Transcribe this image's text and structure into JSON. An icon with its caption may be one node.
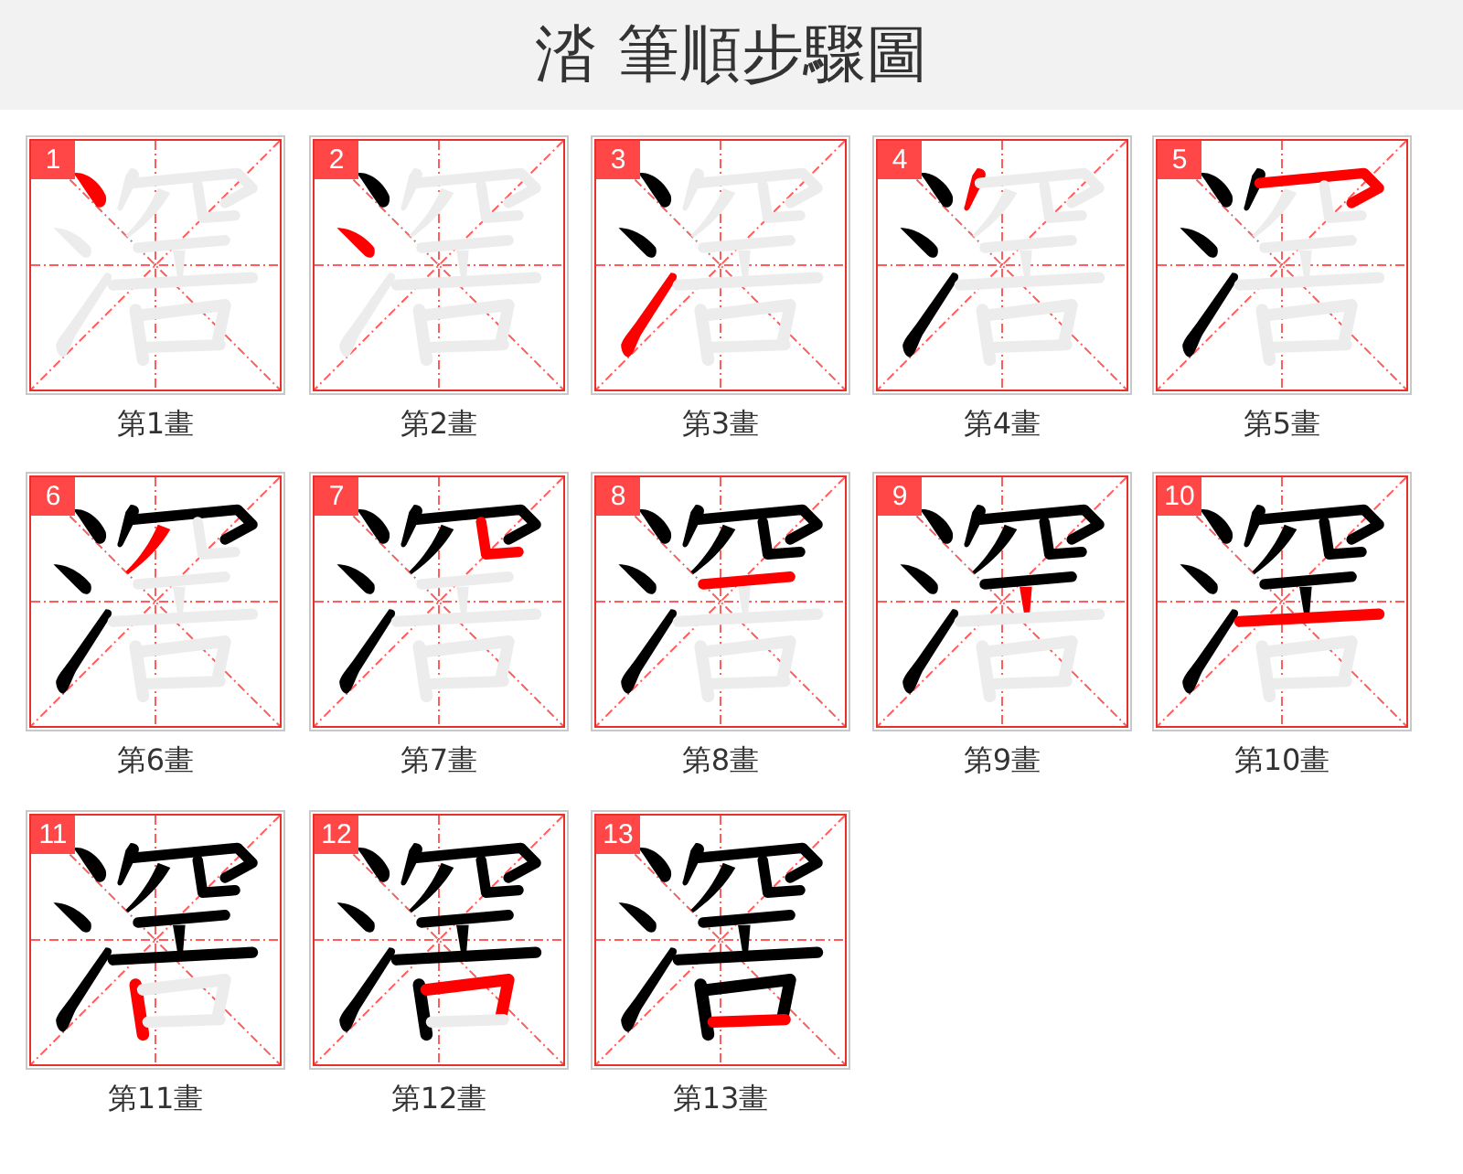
{
  "diagram": {
    "title": "涾 筆順步驟圖",
    "nodes": [
      {
        "text": [
          "1"
        ],
        "beside": [
          "第1畫"
        ]
      },
      {
        "text": [
          "2"
        ],
        "beside": [
          "第2畫"
        ]
      },
      {
        "text": [
          "3"
        ],
        "beside": [
          "第3畫"
        ]
      },
      {
        "text": [
          "4"
        ],
        "beside": [
          "第4畫"
        ]
      },
      {
        "text": [
          "5"
        ],
        "beside": [
          "第5畫"
        ]
      },
      {
        "text": [
          "6"
        ],
        "beside": [
          "第6畫"
        ]
      },
      {
        "text": [
          "7"
        ],
        "beside": [
          "第7畫"
        ]
      },
      {
        "text": [
          "8"
        ],
        "beside": [
          "第8畫"
        ]
      },
      {
        "text": [
          "9"
        ],
        "beside": [
          "第9畫"
        ]
      },
      {
        "text": [
          "10"
        ],
        "beside": [
          "第10畫"
        ]
      },
      {
        "text": [
          "11"
        ],
        "beside": [
          "第11畫"
        ]
      },
      {
        "text": [
          "12"
        ],
        "beside": [
          "第12畫"
        ]
      },
      {
        "text": [
          "13"
        ],
        "beside": [
          "第13畫"
        ]
      }
    ]
  }
}
